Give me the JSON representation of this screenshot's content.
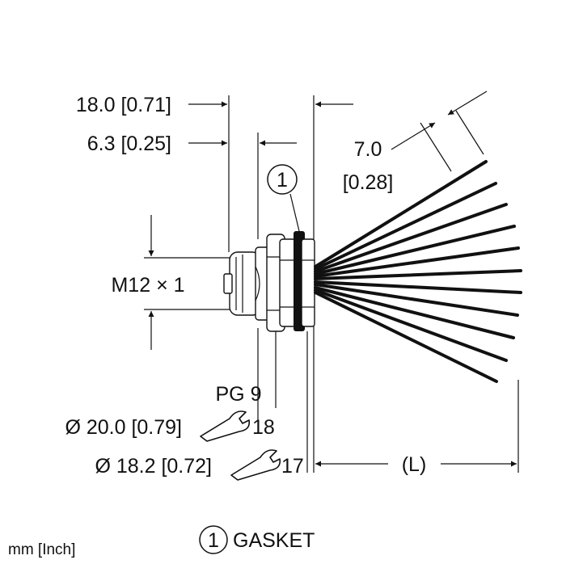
{
  "dimensions": {
    "overall_length": "18.0 [0.71]",
    "thread_length": "6.3 [0.25]",
    "wire_strip": "7.0",
    "wire_strip_inch": "[0.28]",
    "thread": "M12 × 1",
    "gland_thread": "PG 9",
    "nut_outer": "Ø 20.0 [0.79]",
    "nut_outer_wrench": "18",
    "nut_inner": "Ø 18.2 [0.72]",
    "nut_inner_wrench": "17",
    "cable_length": "(L)"
  },
  "callouts": {
    "gasket_number": "1",
    "legend_number": "1",
    "legend_text": "GASKET"
  },
  "units_note": "mm [Inch]",
  "icons": [
    "wrench-icon"
  ],
  "colors": {
    "line": "#111111",
    "background": "#ffffff"
  }
}
